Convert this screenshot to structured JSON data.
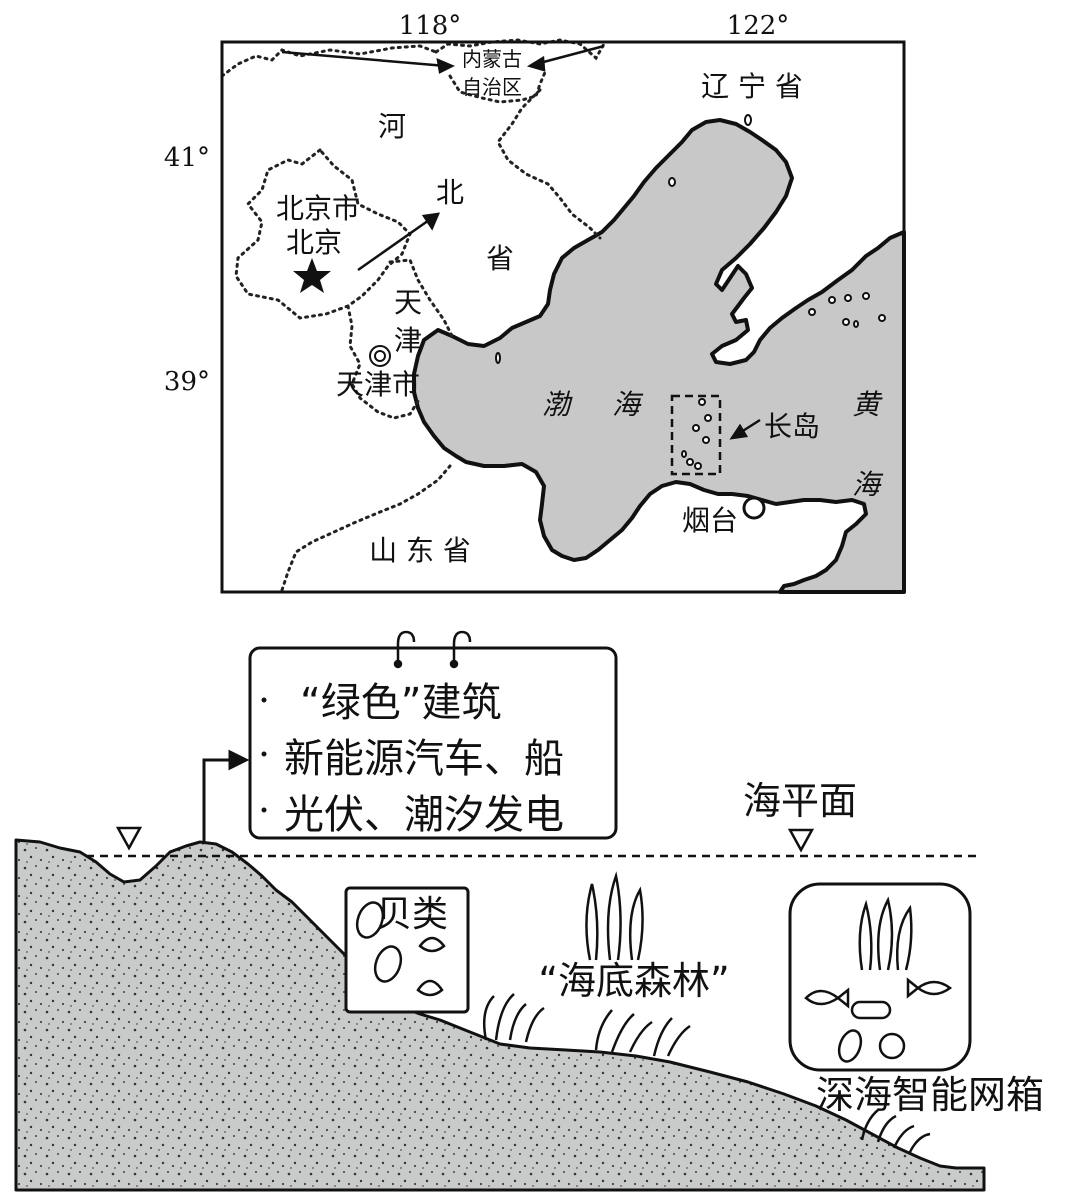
{
  "map": {
    "longitude_labels": [
      "118°",
      "122°"
    ],
    "latitude_labels": [
      "41°",
      "39°"
    ],
    "regions": {
      "neimenggu": [
        "内蒙古",
        "自治区"
      ],
      "liaoning": "辽 宁 省",
      "hebei": [
        "河",
        "北",
        "省"
      ],
      "beijing_city": "北京市",
      "beijing": "北京",
      "tianjin": [
        "天",
        "津"
      ],
      "tianjin_city": "天津市",
      "shandong": "山 东 省"
    },
    "seas": {
      "bohai": [
        "渤",
        "海"
      ],
      "huanghai": [
        "黄",
        "海"
      ]
    },
    "places": {
      "changdao": "长岛",
      "yantai": "烟台"
    }
  },
  "diagram": {
    "notice_items": [
      "“绿色”建筑",
      "新能源汽车、船",
      "光伏、潮汐发电"
    ],
    "sea_level_label": "海平面",
    "shellfish_label": "贝类",
    "seafloor_forest_label": "“海底森林”",
    "cage_label": "深海智能网箱"
  },
  "colors": {
    "sea_fill": "#c8c8c8",
    "terrain_fill": "#c9cbcb",
    "stroke": "#111111"
  }
}
